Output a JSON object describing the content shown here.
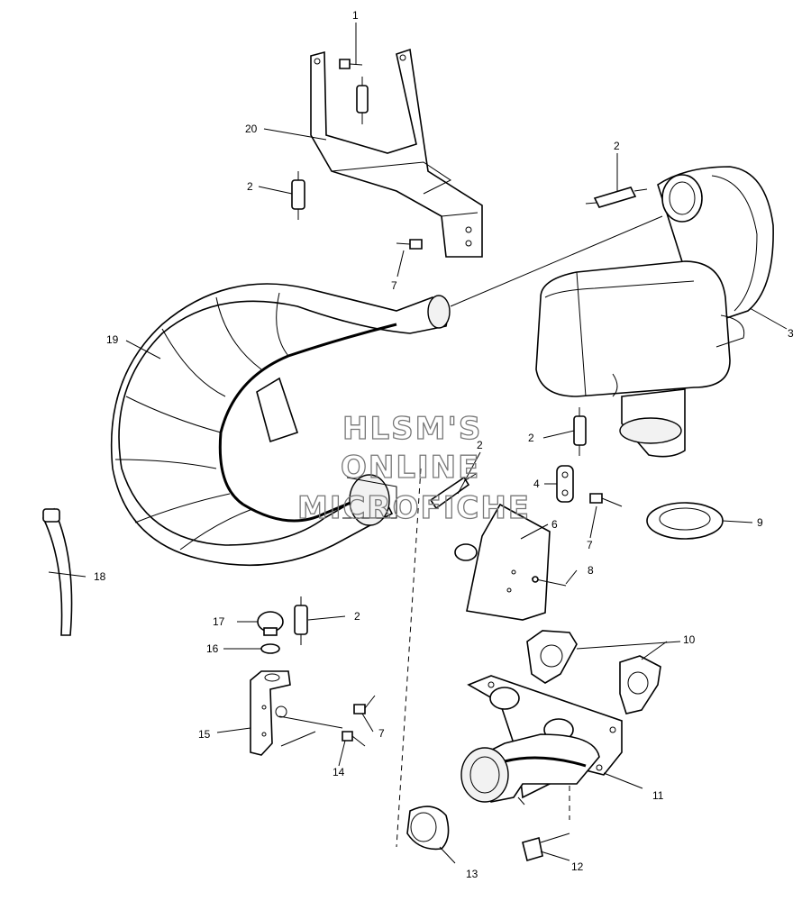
{
  "labels": {
    "l1": "1",
    "l2a": "2",
    "l2b": "2",
    "l2c": "2",
    "l2d": "2",
    "l2e": "2",
    "l3": "3",
    "l4": "4",
    "l6": "6",
    "l7a": "7",
    "l7b": "7",
    "l7c": "7",
    "l8": "8",
    "l9": "9",
    "l10": "10",
    "l11": "11",
    "l12": "12",
    "l13": "13",
    "l14": "14",
    "l15": "15",
    "l16": "16",
    "l17": "17",
    "l18": "18",
    "l19": "19",
    "l20": "20"
  },
  "watermark": {
    "line1": "HLSM'S",
    "line2": "ONLINE",
    "line3": "MICROFICHE"
  }
}
